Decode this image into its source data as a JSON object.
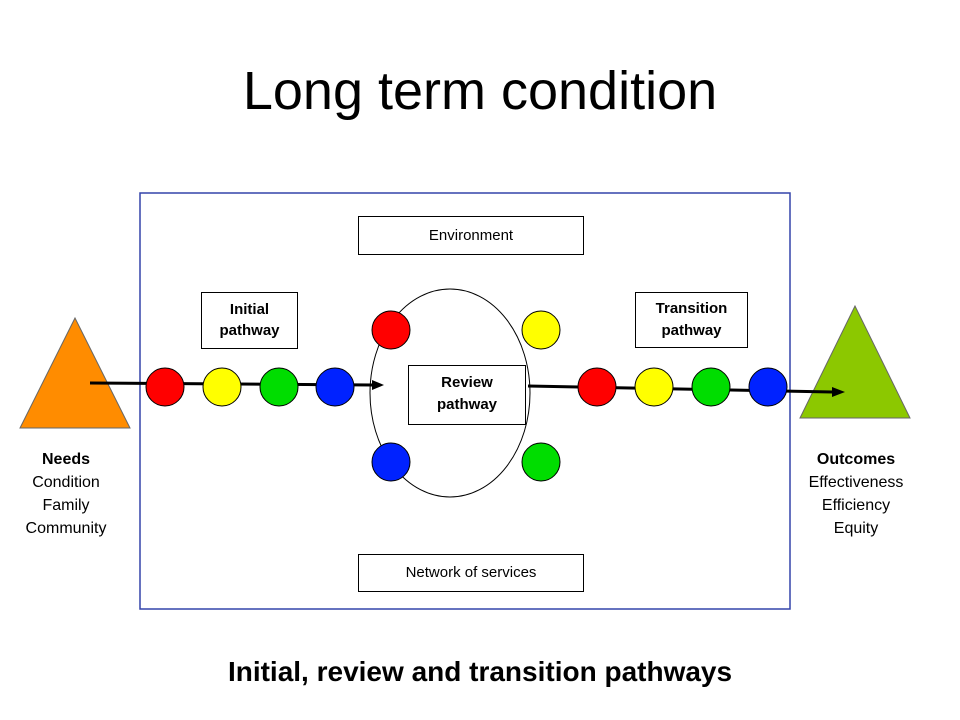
{
  "title": "Long term condition",
  "subtitle": "Initial, review and transition pathways",
  "boxes": {
    "environment": "Environment",
    "network": "Network of services",
    "initial": "Initial pathway",
    "review": "Review pathway",
    "transition": "Transition pathway"
  },
  "needs": {
    "heading": "Needs",
    "items": [
      "Condition",
      "Family",
      "Community"
    ]
  },
  "outcomes": {
    "heading": "Outcomes",
    "items": [
      "Effectiveness",
      "Efficiency",
      "Equity"
    ]
  },
  "colors": {
    "frame": "#3344aa",
    "red": "#ff0000",
    "yellow": "#ffff00",
    "green": "#00dd00",
    "blue": "#0022ff",
    "needs_triangle": "#ff8c00",
    "outcomes_triangle": "#8cc800"
  }
}
